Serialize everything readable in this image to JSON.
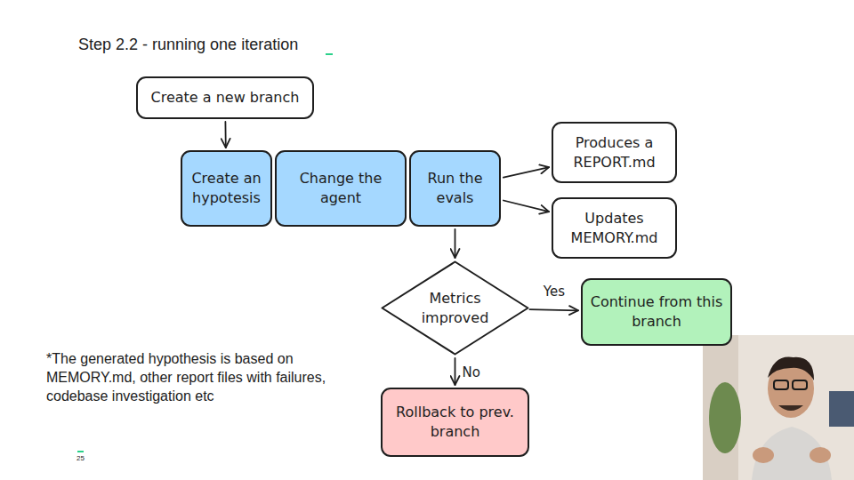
{
  "diagram": {
    "title": "Step 2.2 - running one iteration",
    "nodes": [
      {
        "text": [
          "Create a new branch"
        ]
      },
      {
        "text": [
          "Create an hypotesis"
        ]
      },
      {
        "text": [
          "Change the agent"
        ]
      },
      {
        "text": [
          "Run the evals"
        ]
      },
      {
        "text": [
          "Produces a REPORT.md"
        ]
      },
      {
        "text": [
          "Updates MEMORY.md"
        ]
      },
      {
        "text": [
          "Metrics improved"
        ]
      },
      {
        "text": [
          "Continue from this branch"
        ]
      },
      {
        "text": [
          "Rollback to prev. branch"
        ]
      }
    ],
    "edges": [
      {
        "from": 0,
        "to": 1,
        "arrow": "to"
      },
      {
        "from": 3,
        "to": 4,
        "arrow": "to"
      },
      {
        "from": 3,
        "to": 5,
        "arrow": "to"
      },
      {
        "from": 3,
        "to": 6,
        "arrow": "to"
      },
      {
        "from": 6,
        "to": 7,
        "label": "Yes",
        "arrow": "to"
      },
      {
        "from": 6,
        "to": 8,
        "label": "No",
        "arrow": "to"
      }
    ],
    "labels": [
      "*The generated hypothesis is based on MEMORY.md, other report files with failures, codebase investigation etc",
      "25"
    ]
  }
}
